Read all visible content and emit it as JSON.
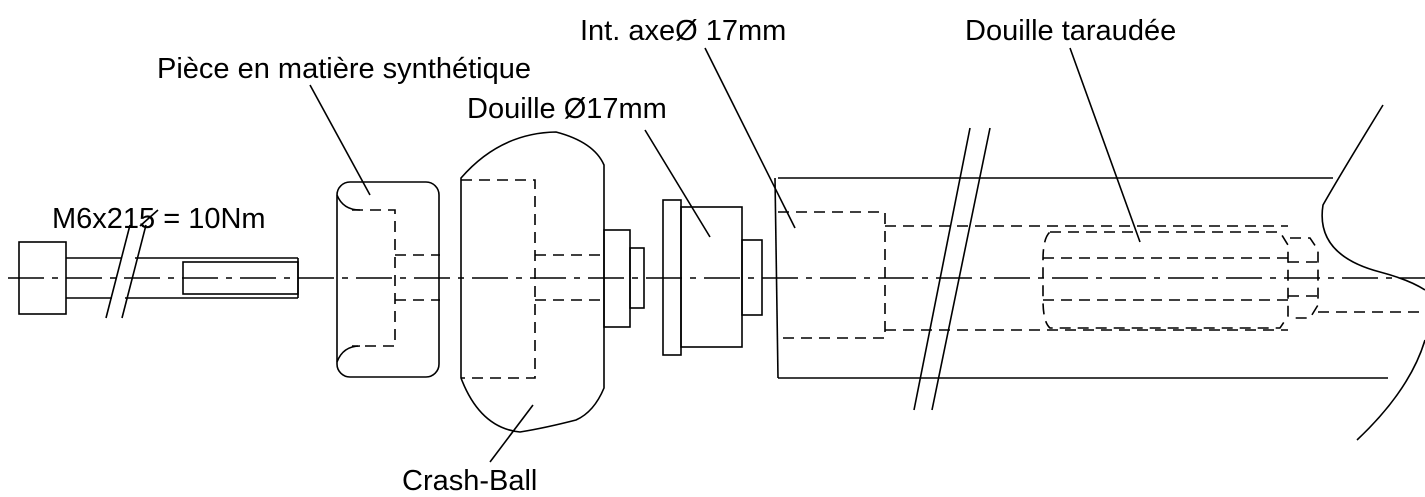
{
  "labels": {
    "bolt": "M6x215 = 10Nm",
    "plastic_part": "Pièce en matière synthétique",
    "sleeve": "Douille Ø17mm",
    "axle_inner": "Int. axeØ 17mm",
    "threaded_sleeve": "Douille taraudée",
    "crash_ball": "Crash-Ball"
  }
}
